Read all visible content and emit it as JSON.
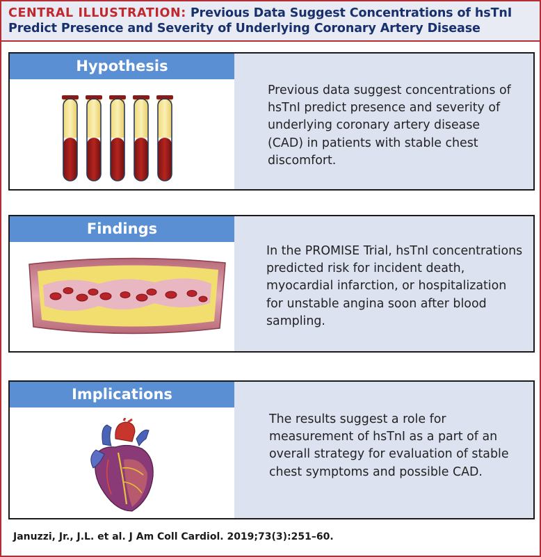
{
  "header": {
    "label": "CENTRAL ILLUSTRATION:",
    "title_part1": " Previous Data Suggest Concentrations of hsTnI",
    "title_part2": "Predict Presence and Severity of Underlying Coronary Artery Disease"
  },
  "panels": [
    {
      "tab": "Hypothesis",
      "image": "blood-sample-tubes",
      "text": "Previous data suggest concentrations of hsTnI predict presence and severity of underlying coronary artery disease (CAD) in patients with stable chest discomfort."
    },
    {
      "tab": "Findings",
      "image": "artery-with-plaque",
      "text": "In the PROMISE Trial, hsTnI concentrations predicted risk for incident death, myocardial infarction, or hospitalization for unstable angina soon after blood sampling."
    },
    {
      "tab": "Implications",
      "image": "heart-illustration",
      "text": "The results suggest a role for measurement of hsTnI as a part of an overall strategy for evaluation of stable chest symptoms and possible CAD."
    }
  ],
  "footer": {
    "citation": "Januzzi, Jr., J.L. et al. J Am Coll Cardiol. 2019;73(3):251–60."
  },
  "colors": {
    "border": "#b32d33",
    "title": "#18306b",
    "tab": "#5b8fd4",
    "panel_right": "#dde2f1"
  }
}
